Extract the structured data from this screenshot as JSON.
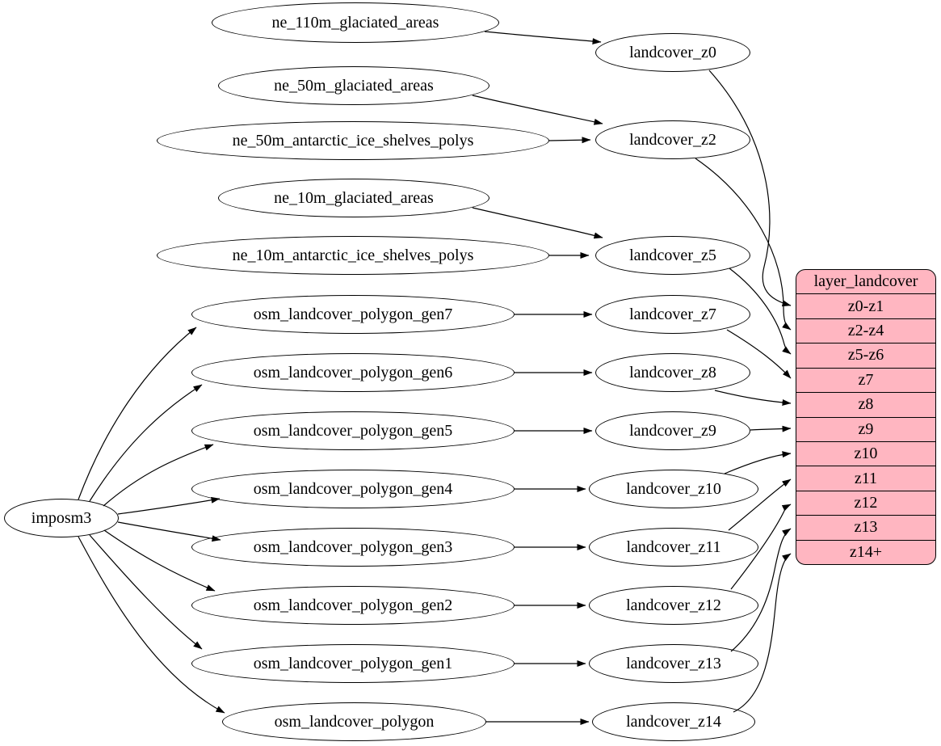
{
  "diagram": {
    "description": "Graphviz-style ETL mapping diagram for the landcover layer",
    "stroke_color": "#000000",
    "node_fill": "#ffffff",
    "record_fill": "#ffb6c1"
  },
  "nodes": {
    "imposm3": "imposm3",
    "ne_110m_glaciated_areas": "ne_110m_glaciated_areas",
    "ne_50m_glaciated_areas": "ne_50m_glaciated_areas",
    "ne_50m_antarctic_ice_shelves_polys": "ne_50m_antarctic_ice_shelves_polys",
    "ne_10m_glaciated_areas": "ne_10m_glaciated_areas",
    "ne_10m_antarctic_ice_shelves_polys": "ne_10m_antarctic_ice_shelves_polys",
    "osm_landcover_polygon_gen7": "osm_landcover_polygon_gen7",
    "osm_landcover_polygon_gen6": "osm_landcover_polygon_gen6",
    "osm_landcover_polygon_gen5": "osm_landcover_polygon_gen5",
    "osm_landcover_polygon_gen4": "osm_landcover_polygon_gen4",
    "osm_landcover_polygon_gen3": "osm_landcover_polygon_gen3",
    "osm_landcover_polygon_gen2": "osm_landcover_polygon_gen2",
    "osm_landcover_polygon_gen1": "osm_landcover_polygon_gen1",
    "osm_landcover_polygon": "osm_landcover_polygon",
    "landcover_z0": "landcover_z0",
    "landcover_z2": "landcover_z2",
    "landcover_z5": "landcover_z5",
    "landcover_z7": "landcover_z7",
    "landcover_z8": "landcover_z8",
    "landcover_z9": "landcover_z9",
    "landcover_z10": "landcover_z10",
    "landcover_z11": "landcover_z11",
    "landcover_z12": "landcover_z12",
    "landcover_z13": "landcover_z13",
    "landcover_z14": "landcover_z14"
  },
  "record": {
    "title": "layer_landcover",
    "rows": [
      "z0-z1",
      "z2-z4",
      "z5-z6",
      "z7",
      "z8",
      "z9",
      "z10",
      "z11",
      "z12",
      "z13",
      "z14+"
    ]
  },
  "edges": [
    {
      "from": "ne_110m_glaciated_areas",
      "to": "landcover_z0"
    },
    {
      "from": "ne_50m_glaciated_areas",
      "to": "landcover_z2"
    },
    {
      "from": "ne_50m_antarctic_ice_shelves_polys",
      "to": "landcover_z2"
    },
    {
      "from": "ne_10m_glaciated_areas",
      "to": "landcover_z5"
    },
    {
      "from": "ne_10m_antarctic_ice_shelves_polys",
      "to": "landcover_z5"
    },
    {
      "from": "imposm3",
      "to": "osm_landcover_polygon_gen7"
    },
    {
      "from": "imposm3",
      "to": "osm_landcover_polygon_gen6"
    },
    {
      "from": "imposm3",
      "to": "osm_landcover_polygon_gen5"
    },
    {
      "from": "imposm3",
      "to": "osm_landcover_polygon_gen4"
    },
    {
      "from": "imposm3",
      "to": "osm_landcover_polygon_gen3"
    },
    {
      "from": "imposm3",
      "to": "osm_landcover_polygon_gen2"
    },
    {
      "from": "imposm3",
      "to": "osm_landcover_polygon_gen1"
    },
    {
      "from": "imposm3",
      "to": "osm_landcover_polygon"
    },
    {
      "from": "osm_landcover_polygon_gen7",
      "to": "landcover_z7"
    },
    {
      "from": "osm_landcover_polygon_gen6",
      "to": "landcover_z8"
    },
    {
      "from": "osm_landcover_polygon_gen5",
      "to": "landcover_z9"
    },
    {
      "from": "osm_landcover_polygon_gen4",
      "to": "landcover_z10"
    },
    {
      "from": "osm_landcover_polygon_gen3",
      "to": "landcover_z11"
    },
    {
      "from": "osm_landcover_polygon_gen2",
      "to": "landcover_z12"
    },
    {
      "from": "osm_landcover_polygon_gen1",
      "to": "landcover_z13"
    },
    {
      "from": "osm_landcover_polygon",
      "to": "landcover_z14"
    },
    {
      "from": "landcover_z0",
      "to": "layer_landcover:z0-z1"
    },
    {
      "from": "landcover_z2",
      "to": "layer_landcover:z2-z4"
    },
    {
      "from": "landcover_z5",
      "to": "layer_landcover:z5-z6"
    },
    {
      "from": "landcover_z7",
      "to": "layer_landcover:z7"
    },
    {
      "from": "landcover_z8",
      "to": "layer_landcover:z8"
    },
    {
      "from": "landcover_z9",
      "to": "layer_landcover:z9"
    },
    {
      "from": "landcover_z10",
      "to": "layer_landcover:z10"
    },
    {
      "from": "landcover_z11",
      "to": "layer_landcover:z11"
    },
    {
      "from": "landcover_z12",
      "to": "layer_landcover:z12"
    },
    {
      "from": "landcover_z13",
      "to": "layer_landcover:z13"
    },
    {
      "from": "landcover_z14",
      "to": "layer_landcover:z14+"
    }
  ]
}
